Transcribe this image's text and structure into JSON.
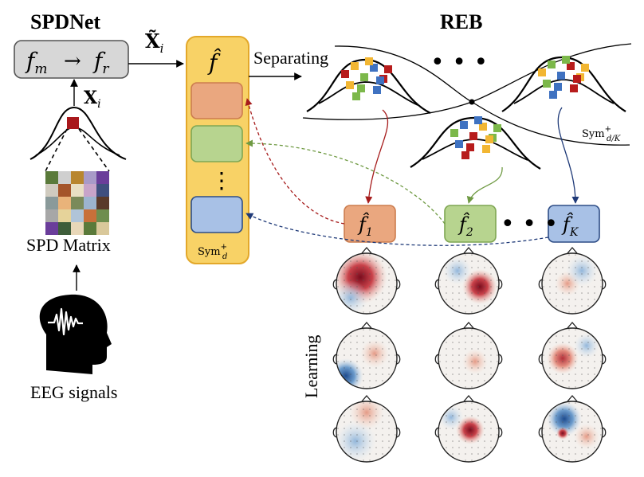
{
  "titles": {
    "left": "SPDNet",
    "right": "REB"
  },
  "module": {
    "f_m": "f",
    "f_m_sub": "m",
    "arrow": "→",
    "f_r": "f",
    "f_r_sub": "r"
  },
  "x_tilde": {
    "base": "X̃",
    "sub": "i"
  },
  "x_plain": {
    "base": "X",
    "sub": "i"
  },
  "spd_label": "SPD Matrix",
  "eeg_label": "EEG signals",
  "fhat": "f̂",
  "sym_d": {
    "base": "Sym",
    "sup": "+",
    "sub": "d"
  },
  "sym_dK": {
    "base": "Sym",
    "sup": "+",
    "sub": "d/K"
  },
  "separating": "Separating",
  "learning": "Learning",
  "ellipsis": "•  •  •",
  "small_ellipsis": "• • •",
  "vertical_ellipsis": "⋮",
  "f_boxes": [
    {
      "base": "f̂",
      "sub": "1",
      "fill": "#eaa77f",
      "stroke": "#cc7d4e"
    },
    {
      "base": "f̂",
      "sub": "2",
      "fill": "#b7d48f",
      "stroke": "#7fa653"
    },
    {
      "base": "f̂",
      "sub": "K",
      "fill": "#a8c1e6",
      "stroke": "#2e4d86"
    }
  ],
  "colors": {
    "yellow": "#f8d266",
    "yellow_border": "#e3a82a",
    "orange": "#eaa77f",
    "green": "#b7d48f",
    "blue": "#a8c1e6",
    "red_arrow": "#a61b1b",
    "green_arrow": "#6f9a43",
    "blue_arrow": "#1f3a78",
    "module_fill": "#d7d7d7"
  },
  "square_colors": [
    "#b71c1c",
    "#f2b632",
    "#7cb84a",
    "#3f72c1"
  ]
}
